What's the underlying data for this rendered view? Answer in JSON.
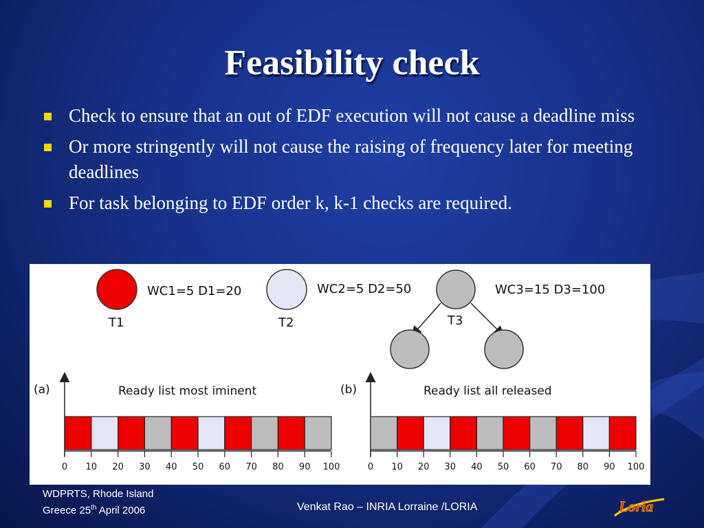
{
  "title": "Feasibility check",
  "bullets": [
    {
      "text": "Check to ensure that an out of  EDF execution will not cause a deadline miss"
    },
    {
      "text": "Or more stringently will not cause the raising of  frequency later for meeting deadlines"
    },
    {
      "text": "For task belonging to EDF order k,  k-1 checks are required."
    }
  ],
  "figure": {
    "tasks": [
      {
        "label": "T1",
        "params": "WC1=5 D1=20",
        "color": "#ee0000"
      },
      {
        "label": "T2",
        "params": "WC2=5 D2=50",
        "color": "#e4e6f6"
      },
      {
        "label": "T3",
        "params": "WC3=15 D3=100",
        "color": "#bdbdbd"
      }
    ],
    "timelines": [
      {
        "tag": "(a)",
        "title": "Ready list most iminent",
        "slots": [
          "T1",
          "T2",
          "T1",
          "T3",
          "T1",
          "T2",
          "T1",
          "T3",
          "T1",
          "T3"
        ]
      },
      {
        "tag": "(b)",
        "title": "Ready list all released",
        "slots": [
          "T3",
          "T1",
          "T2",
          "T1",
          "T3",
          "T1",
          "T3",
          "T1",
          "T2",
          "T1"
        ]
      }
    ],
    "ticks": [
      "0",
      "10",
      "20",
      "30",
      "40",
      "50",
      "60",
      "70",
      "80",
      "90",
      "100"
    ]
  },
  "footer": {
    "left_line1": "WDPRTS, Rhode Island",
    "left_line2_pre": "Greece 25",
    "left_line2_sup": "th",
    "left_line2_post": " April 2006",
    "center": "Venkat Rao – INRIA Lorraine /LORIA",
    "logo_text": "Loria"
  },
  "colors": {
    "bullet_marker": "#ffd400",
    "background": "#173087"
  }
}
